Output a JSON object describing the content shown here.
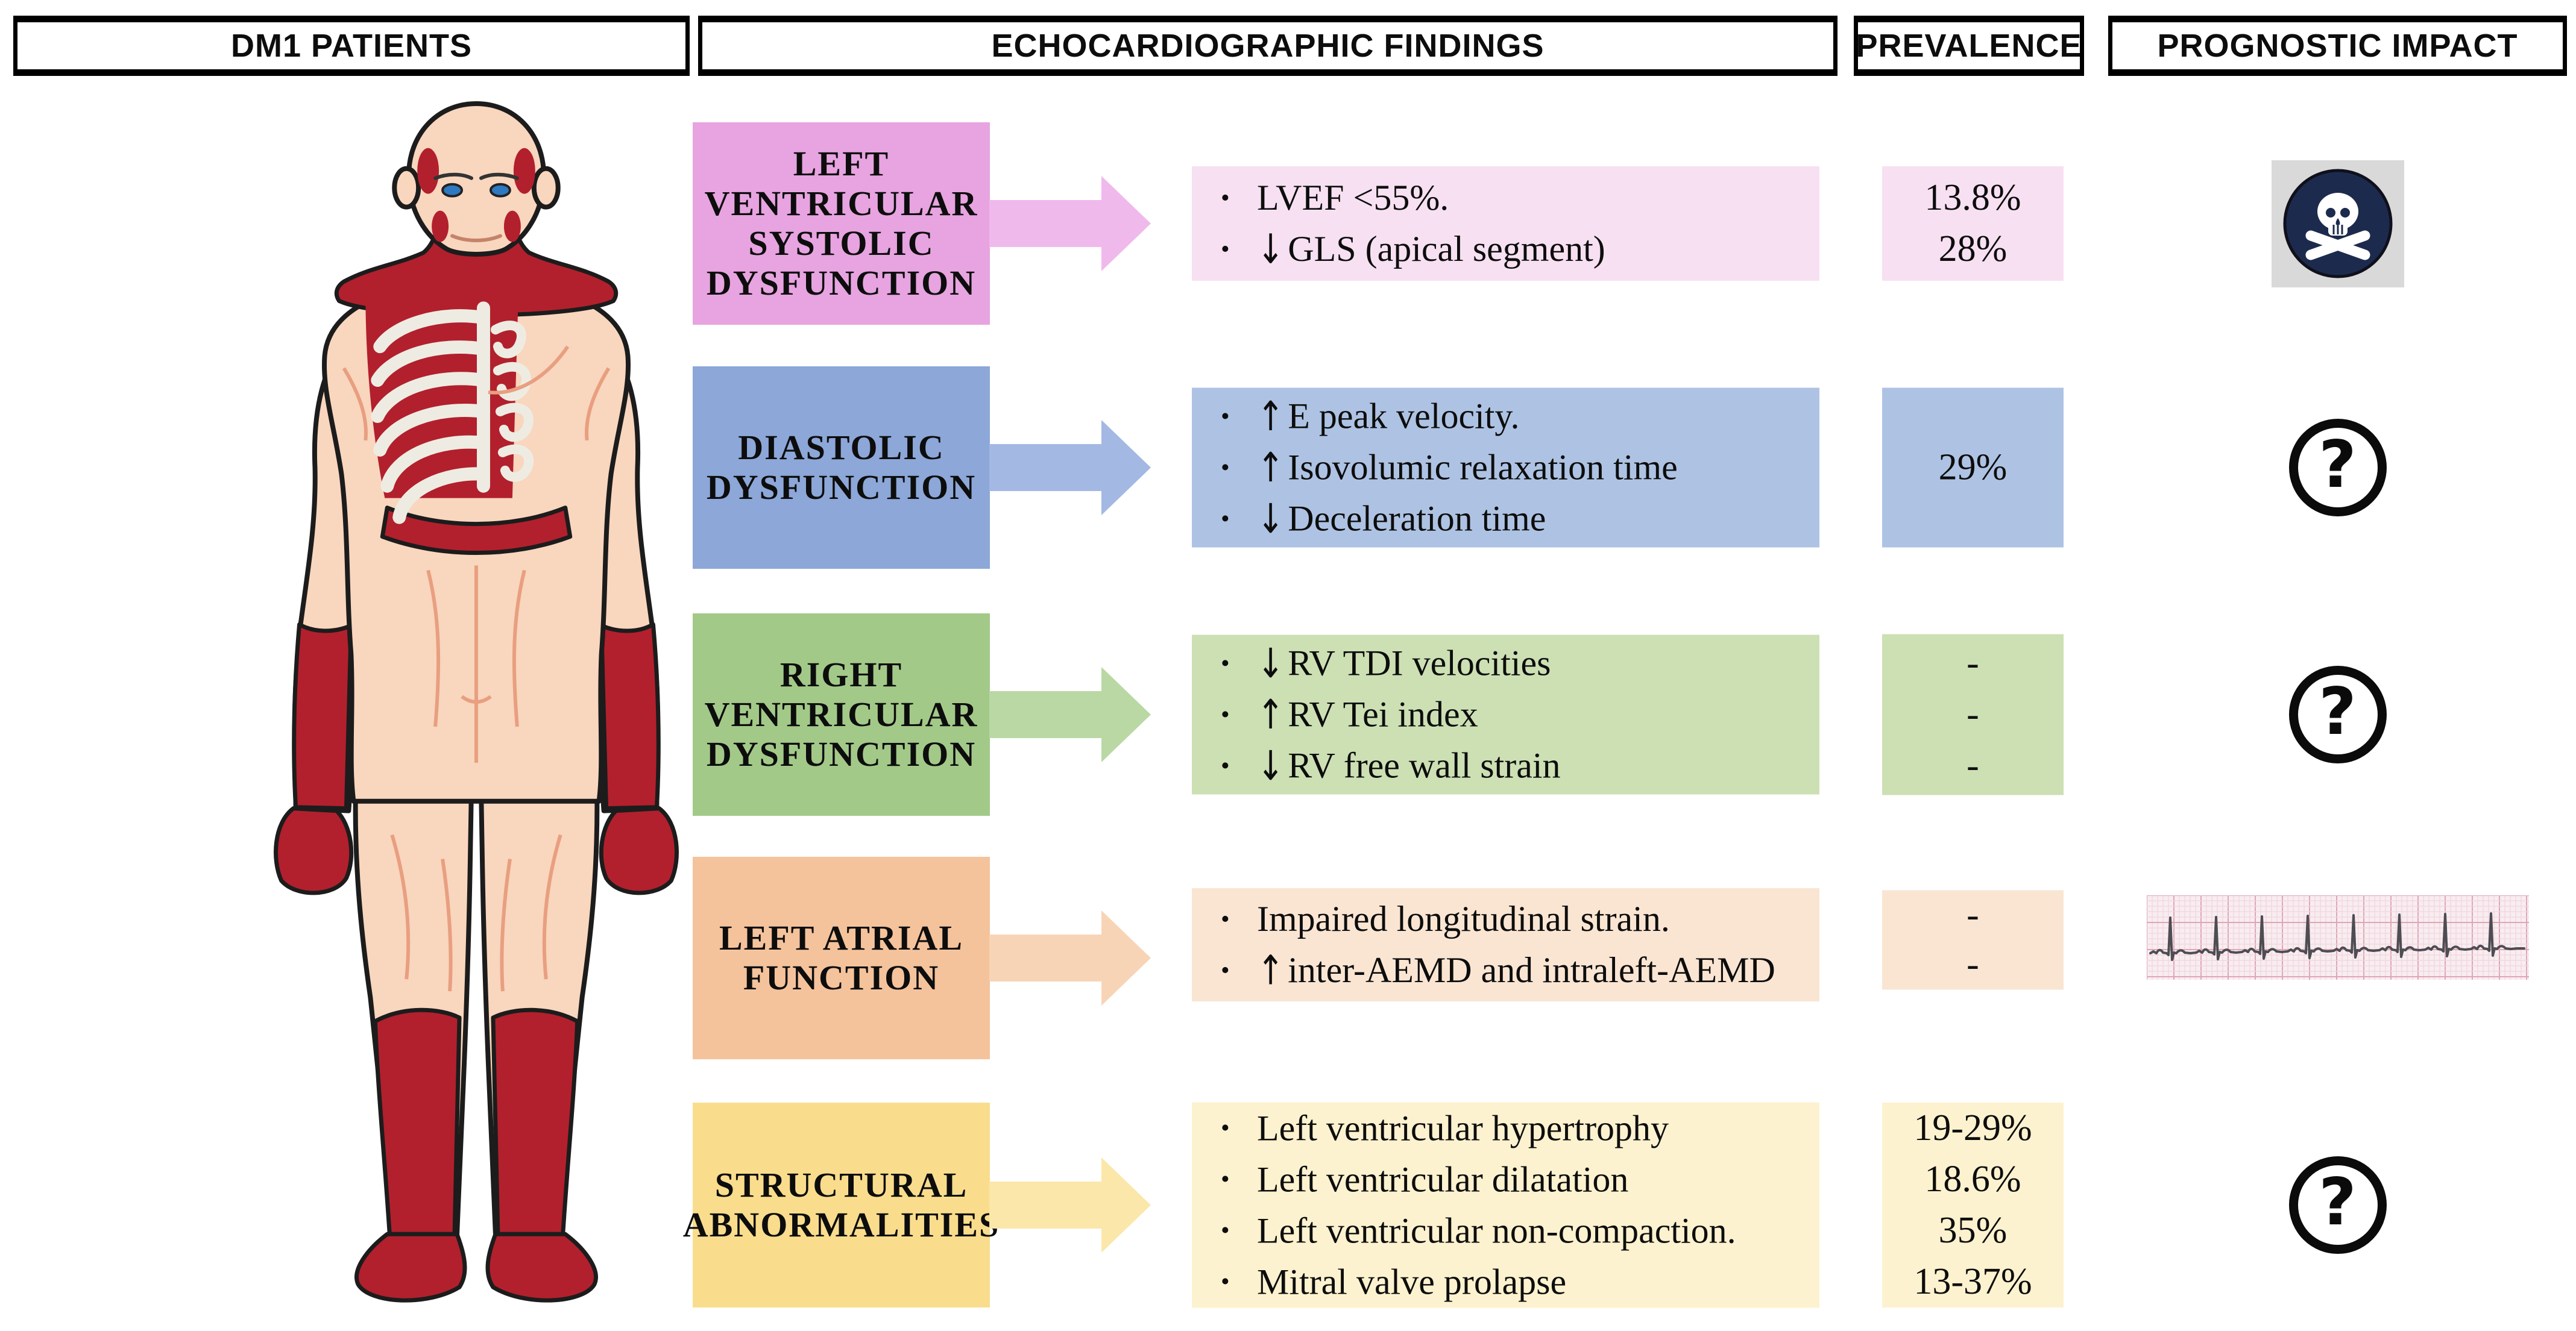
{
  "header": {
    "dm1_patients": "DM1 PATIENTS",
    "echo_findings": "ECHOCARDIOGRAPHIC FINDINGS",
    "prevalence": "PREVALENCE",
    "prognostic_impact": "PROGNOSTIC IMPACT"
  },
  "icons": {
    "bullet": "•",
    "question": "?"
  },
  "colors": {
    "ink": "#0d0d0d",
    "skin": "#f9d6be",
    "skin_line": "#e89f80",
    "muscle": "#b2202d",
    "bone": "#eeece2",
    "outline": "#1c1c1c",
    "eye": "#2e79c0",
    "skull_bg": "#d9d9d9",
    "skull_navy": "#1c2b4d",
    "ecg_paper": "#f8edf0",
    "ecg_grid_minor": "#f0d5dd",
    "ecg_grid_major": "#dfa6b6",
    "ecg_trace": "#4d4d52"
  },
  "rows": [
    {
      "category": "LEFT VENTRICULAR SYSTOLIC DYSFUNCTION",
      "category_color": "#e7a4e0",
      "arrow_color": "#f0b9ec",
      "panel_color": "#f7e0f2",
      "findings": [
        {
          "trend": "",
          "text": "LVEF <55%."
        },
        {
          "trend": "↓",
          "text": "GLS (apical segment)"
        }
      ],
      "prevalence": [
        "13.8%",
        "28%"
      ],
      "impact": "skull"
    },
    {
      "category": "DIASTOLIC DYSFUNCTION",
      "category_color": "#8ca7d8",
      "arrow_color": "#a3b8e2",
      "panel_color": "#aec3e3",
      "findings": [
        {
          "trend": "↑",
          "text": "E peak velocity."
        },
        {
          "trend": "↑",
          "text": "Isovolumic relaxation time"
        },
        {
          "trend": "↓",
          "text": "Deceleration time"
        }
      ],
      "prevalence": [
        "29%"
      ],
      "impact": "question"
    },
    {
      "category": "RIGHT VENTRICULAR DYSFUNCTION",
      "category_color": "#a3c989",
      "arrow_color": "#b9d8a4",
      "panel_color": "#cce0b4",
      "findings": [
        {
          "trend": "↓",
          "text": "RV TDI velocities"
        },
        {
          "trend": "↑",
          "text": "RV Tei index"
        },
        {
          "trend": "↓",
          "text": "RV free wall strain"
        }
      ],
      "prevalence": [
        "-",
        "-",
        "-"
      ],
      "impact": "question"
    },
    {
      "category": "LEFT ATRIAL FUNCTION",
      "category_color": "#f4c39c",
      "arrow_color": "#f8d4b6",
      "panel_color": "#fae5d3",
      "findings": [
        {
          "trend": "",
          "text": "Impaired longitudinal strain."
        },
        {
          "trend": "↑",
          "text": "inter-AEMD and intraleft-AEMD"
        }
      ],
      "prevalence": [
        "-",
        "-"
      ],
      "impact": "ecg"
    },
    {
      "category": "STRUCTURAL ABNORMALITIES",
      "category_color": "#f9dd8d",
      "arrow_color": "#fbe7a9",
      "panel_color": "#fdf2cf",
      "findings": [
        {
          "trend": "",
          "text": "Left ventricular hypertrophy"
        },
        {
          "trend": "",
          "text": "Left ventricular dilatation"
        },
        {
          "trend": "",
          "text": "Left ventricular non-compaction."
        },
        {
          "trend": "",
          "text": "Mitral valve prolapse"
        }
      ],
      "prevalence": [
        "19-29%",
        "18.6%",
        "35%",
        "13-37%"
      ],
      "impact": "question"
    }
  ]
}
